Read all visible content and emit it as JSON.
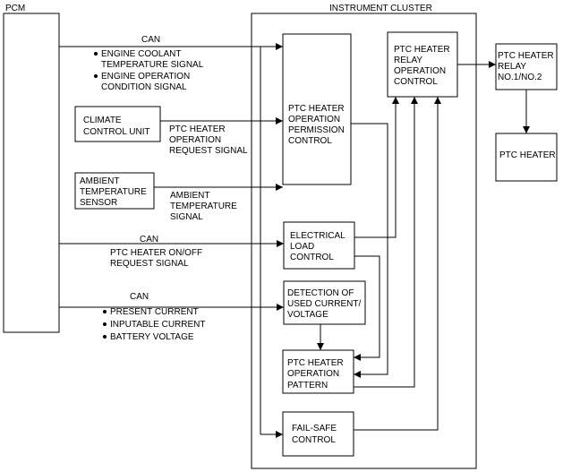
{
  "blocks": {
    "pcm": "PCM",
    "instrument_cluster": "INSTRUMENT CLUSTER",
    "climate_control_unit": [
      "CLIMATE",
      "CONTROL UNIT"
    ],
    "ambient_temperature_sensor": [
      "AMBIENT",
      "TEMPERATURE",
      "SENSOR"
    ],
    "permission_control": [
      "PTC HEATER",
      "OPERATION",
      "PERMISSION",
      "CONTROL"
    ],
    "relay_operation_control": [
      "PTC HEATER",
      "RELAY",
      "OPERATION",
      "CONTROL"
    ],
    "electrical_load_control": [
      "ELECTRICAL",
      "LOAD",
      "CONTROL"
    ],
    "detection": [
      "DETECTION OF",
      "USED CURRENT/",
      "VOLTAGE"
    ],
    "operation_pattern": [
      "PTC HEATER",
      "OPERATION",
      "PATTERN"
    ],
    "fail_safe_control": [
      "FAIL-SAFE",
      "CONTROL"
    ],
    "relay": [
      "PTC HEATER",
      "RELAY",
      "NO.1/NO.2"
    ],
    "heater": "PTC HEATER"
  },
  "signals": {
    "can_1": {
      "bus": "CAN",
      "items": [
        "ENGINE COOLANT",
        "TEMPERATURE SIGNAL",
        "ENGINE OPERATION",
        "CONDITION SIGNAL"
      ]
    },
    "request": [
      "PTC HEATER",
      "OPERATION",
      "REQUEST SIGNAL"
    ],
    "ambient": [
      "AMBIENT",
      "TEMPERATURE",
      "SIGNAL"
    ],
    "can_2": {
      "bus": "CAN",
      "items": [
        "PTC HEATER ON/OFF",
        "REQUEST SIGNAL"
      ]
    },
    "can_3": {
      "bus": "CAN",
      "items": [
        "PRESENT CURRENT",
        "INPUTABLE CURRENT",
        "BATTERY VOLTAGE"
      ]
    }
  }
}
